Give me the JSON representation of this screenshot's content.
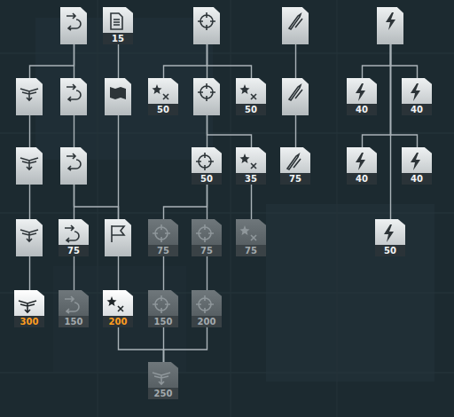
{
  "diagram": {
    "nodes": [
      {
        "text": []
      },
      {
        "text": [
          "15"
        ]
      },
      {
        "text": []
      },
      {
        "text": []
      },
      {
        "text": []
      },
      {
        "text": []
      },
      {
        "text": []
      },
      {
        "text": []
      },
      {
        "text": [
          "50"
        ]
      },
      {
        "text": []
      },
      {
        "text": [
          "50"
        ]
      },
      {
        "text": []
      },
      {
        "text": [
          "40"
        ]
      },
      {
        "text": [
          "40"
        ]
      },
      {
        "text": []
      },
      {
        "text": []
      },
      {
        "text": [
          "50"
        ]
      },
      {
        "text": [
          "35"
        ]
      },
      {
        "text": [
          "75"
        ]
      },
      {
        "text": [
          "40"
        ]
      },
      {
        "text": [
          "40"
        ]
      },
      {
        "text": []
      },
      {
        "text": [
          "75"
        ]
      },
      {
        "text": []
      },
      {
        "text": [
          "75"
        ]
      },
      {
        "text": [
          "75"
        ]
      },
      {
        "text": [
          "75"
        ]
      },
      {
        "text": [
          "50"
        ]
      },
      {
        "text": [
          "300"
        ]
      },
      {
        "text": [
          "150"
        ]
      },
      {
        "text": [
          "200"
        ]
      },
      {
        "text": [
          "150"
        ]
      },
      {
        "text": [
          "200"
        ]
      },
      {
        "text": [
          "250"
        ]
      }
    ],
    "edges": [
      {
        "from": 0,
        "to": 5,
        "arrow": "none"
      },
      {
        "from": 0,
        "to": 6,
        "arrow": "none"
      },
      {
        "from": 1,
        "to": 7,
        "arrow": "none"
      },
      {
        "from": 2,
        "to": 8,
        "arrow": "none"
      },
      {
        "from": 2,
        "to": 9,
        "arrow": "none"
      },
      {
        "from": 2,
        "to": 10,
        "arrow": "none"
      },
      {
        "from": 3,
        "to": 11,
        "arrow": "none"
      },
      {
        "from": 4,
        "to": 12,
        "arrow": "none"
      },
      {
        "from": 4,
        "to": 13,
        "arrow": "none"
      },
      {
        "from": 5,
        "to": 14,
        "arrow": "none"
      },
      {
        "from": 6,
        "to": 15,
        "arrow": "none"
      },
      {
        "from": 9,
        "to": 16,
        "arrow": "none"
      },
      {
        "from": 9,
        "to": 17,
        "arrow": "none"
      },
      {
        "from": 11,
        "to": 18,
        "arrow": "none"
      },
      {
        "from": 4,
        "to": 19,
        "arrow": "none"
      },
      {
        "from": 4,
        "to": 20,
        "arrow": "none"
      },
      {
        "from": 14,
        "to": 21,
        "arrow": "none"
      },
      {
        "from": 15,
        "to": 22,
        "arrow": "none"
      },
      {
        "from": 15,
        "to": 23,
        "arrow": "none"
      },
      {
        "from": 7,
        "to": 23,
        "arrow": "none"
      },
      {
        "from": 16,
        "to": 24,
        "arrow": "none"
      },
      {
        "from": 16,
        "to": 25,
        "arrow": "none"
      },
      {
        "from": 17,
        "to": 26,
        "arrow": "none"
      },
      {
        "from": 4,
        "to": 27,
        "arrow": "none"
      },
      {
        "from": 21,
        "to": 28,
        "arrow": "none"
      },
      {
        "from": 22,
        "to": 29,
        "arrow": "none"
      },
      {
        "from": 23,
        "to": 30,
        "arrow": "none"
      },
      {
        "from": 24,
        "to": 31,
        "arrow": "none"
      },
      {
        "from": 25,
        "to": 32,
        "arrow": "none"
      },
      {
        "from": 30,
        "to": 33,
        "arrow": "none"
      },
      {
        "from": 31,
        "to": 33,
        "arrow": "none"
      },
      {
        "from": 32,
        "to": 33,
        "arrow": "none"
      }
    ]
  }
}
